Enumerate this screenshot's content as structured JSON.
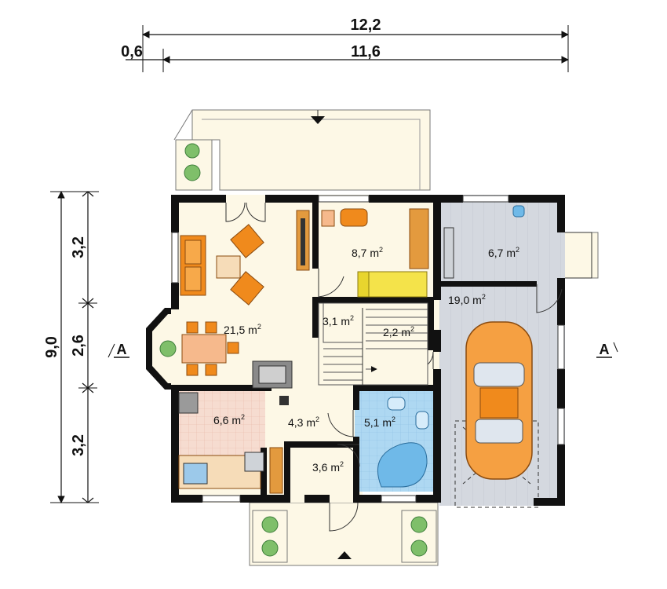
{
  "dimensions": {
    "top_total": "12,2",
    "top_offset": "0,6",
    "top_main": "11,6",
    "left_total": "9,0",
    "left_segments": [
      "3,2",
      "2,6",
      "3,2"
    ]
  },
  "section_marks": {
    "left": "A",
    "right": "A"
  },
  "rooms": [
    {
      "id": "living",
      "area": "21,5 m",
      "sup": "2"
    },
    {
      "id": "bedroom",
      "area": "8,7 m",
      "sup": "2"
    },
    {
      "id": "boiler",
      "area": "6,7 m",
      "sup": "2"
    },
    {
      "id": "garage",
      "area": "19,0 m",
      "sup": "2"
    },
    {
      "id": "stairs-a",
      "area": "3,1 m",
      "sup": "2"
    },
    {
      "id": "stairs-b",
      "area": "2,2 m",
      "sup": "2"
    },
    {
      "id": "kitchen",
      "area": "6,6 m",
      "sup": "2"
    },
    {
      "id": "hall",
      "area": "4,3 m",
      "sup": "2"
    },
    {
      "id": "bathroom",
      "area": "5,1 m",
      "sup": "2"
    },
    {
      "id": "vestibule",
      "area": "3,6 m",
      "sup": "2"
    }
  ],
  "colors": {
    "wall": "#111111",
    "floor": "#fdf8e6",
    "garage_floor": "#d4d8df",
    "bath_floor": "#aed8f2",
    "kitchen_floor": "#f6dcd0",
    "furniture_orange": "#f08a1c",
    "bed_yellow": "#f4e34a"
  }
}
